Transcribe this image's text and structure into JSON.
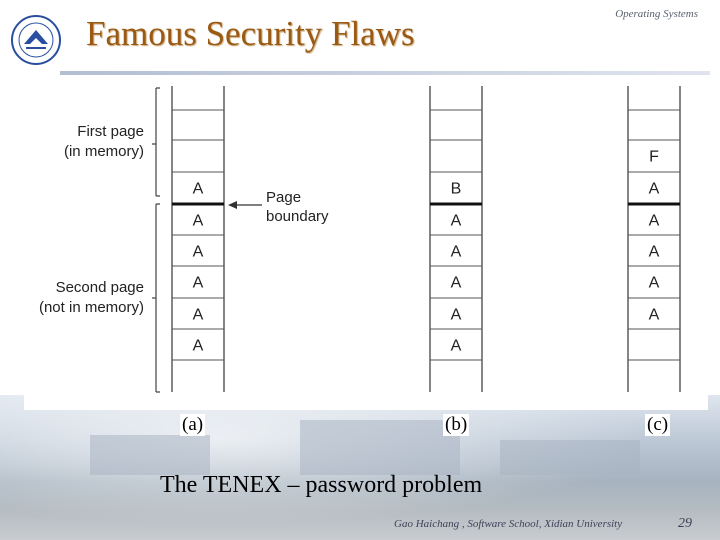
{
  "header": {
    "title": "Famous Security Flaws",
    "course": "Operating Systems"
  },
  "figure": {
    "labels": {
      "first_page_line1": "First page",
      "first_page_line2": "(in memory)",
      "page_boundary_line1": "Page",
      "page_boundary_line2": "boundary",
      "second_page_line1": "Second page",
      "second_page_line2": "(not in memory)"
    },
    "columns": [
      {
        "caption": "(a)",
        "cells": [
          "",
          "",
          "A",
          "A",
          "A",
          "A",
          "A",
          "A"
        ]
      },
      {
        "caption": "(b)",
        "cells": [
          "",
          "",
          "B",
          "A",
          "A",
          "A",
          "A",
          "A"
        ]
      },
      {
        "caption": "(c)",
        "cells": [
          "",
          "F",
          "A",
          "A",
          "A",
          "A",
          "A",
          ""
        ]
      }
    ]
  },
  "caption": "The TENEX – password problem",
  "footer": {
    "credit": "Gao Haichang , Software School, Xidian University",
    "page_number": "29"
  }
}
